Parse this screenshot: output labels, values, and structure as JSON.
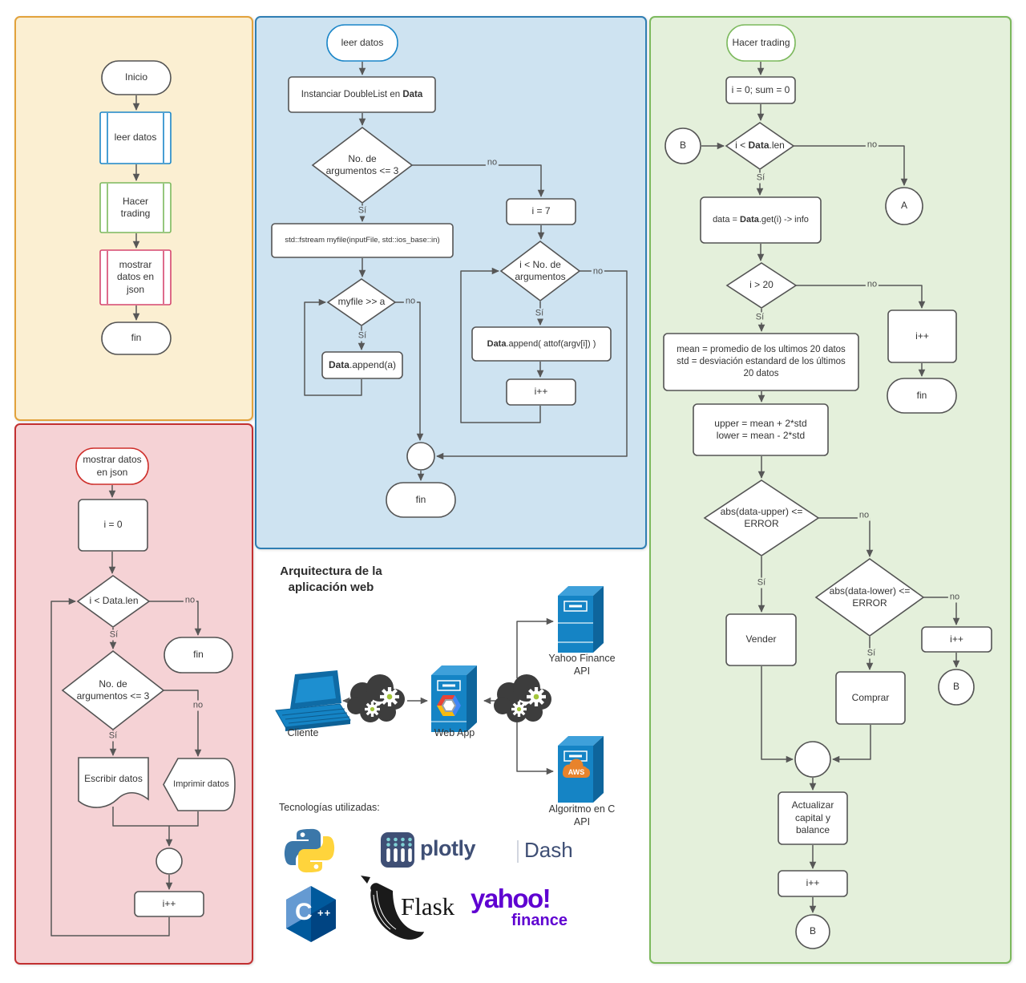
{
  "yellow": {
    "inicio": "Inicio",
    "leer_datos": "leer datos",
    "hacer_trading": "Hacer trading",
    "mostrar_datos": "mostrar datos en json",
    "fin": "fin"
  },
  "labels": {
    "si": "Sí",
    "no": "no"
  },
  "blue": {
    "title": "leer datos",
    "instanciar_pre": "Instanciar DoubleList en ",
    "instanciar_bold": "Data",
    "dec_args": "No. de argumentos <= 3",
    "i7": "i = 7",
    "fstream": "std::fstream myfile(inputFile, std::ios_base::in)",
    "dec_myfile": "myfile >> a",
    "append_bold": "Data",
    "append_post": ".append(a)",
    "dec_iargs": "i < No. de argumentos",
    "append2_bold": "Data",
    "append2_post": ".append( attof(argv[i]) )",
    "ipp": "i++",
    "fin": "fin"
  },
  "green": {
    "title": "Hacer trading",
    "init": "i = 0; sum = 0",
    "b": "B",
    "a": "A",
    "dec_len_pre": "i < ",
    "dec_len_bold": "Data",
    "dec_len_post": ".len",
    "get_pre": "data = ",
    "get_bold": "Data",
    "get_post": ".get(i) -> info",
    "dec_i20": "i > 20",
    "ipp": "i++",
    "fin": "fin",
    "mean_1": "mean = promedio de los ultimos 20 datos",
    "mean_2": "std = desviación estandard de los últimos",
    "mean_3": "20 datos",
    "upper_1": "upper = mean + 2*std",
    "upper_2": "lower = mean - 2*std",
    "dec_upper": "abs(data-upper) <= ERROR",
    "dec_lower": "abs(data-lower) <= ERROR",
    "vender": "Vender",
    "comprar": "Comprar",
    "actualizar": "Actualizar capital y balance"
  },
  "red": {
    "title": "mostrar datos en json",
    "i0": "i = 0",
    "dec_len": "i < Data.len",
    "fin": "fin",
    "dec_args": "No. de argumentos <= 3",
    "escribir": "Escribir datos",
    "imprimir": "Imprimir datos",
    "ipp": "i++"
  },
  "arch": {
    "title": "Arquitectura de la aplicación web",
    "cliente": "Cliente",
    "webapp": "Web App",
    "yahoo_api": "Yahoo Finance API",
    "algoritmo_api": "Algoritmo en C API",
    "tecnologias": "Tecnologías utilizadas:",
    "aws": "AWS"
  },
  "logos": {
    "plotly": "plotly",
    "dash": "Dash",
    "cpp_c": "C",
    "cpp_pp": "++",
    "flask": "Flask",
    "yahoo": "yahoo!",
    "finance": "finance"
  },
  "colors": {
    "yellow_fill": "#FBEFD2",
    "yellow_border": "#E2A23B",
    "blue_fill": "#CEE3F1",
    "blue_border": "#2F7EB3",
    "green_fill": "#E4F0DB",
    "green_border": "#7CB95D",
    "red_fill": "#F5D2D5",
    "red_border": "#C23031",
    "node_stroke": "#545454",
    "edge_stroke": "#575757",
    "sub_blue": "#1B86C8",
    "sub_green": "#7CB95D",
    "sub_pink": "#D5476F",
    "start_red": "#CE2F2B",
    "server_front": "#1584C5",
    "server_side": "#0E659C",
    "server_top": "#3EA0DA",
    "cloud": "#3D3D3D",
    "gear_center": "#A3C53A",
    "aws_orange": "#E8832C",
    "yahoo_purple": "#5F01D1",
    "python_blue": "#3B77A9",
    "python_yellow": "#FFD43C",
    "plotly_navy": "#3F4F75",
    "cpp_blue": "#00599C"
  }
}
